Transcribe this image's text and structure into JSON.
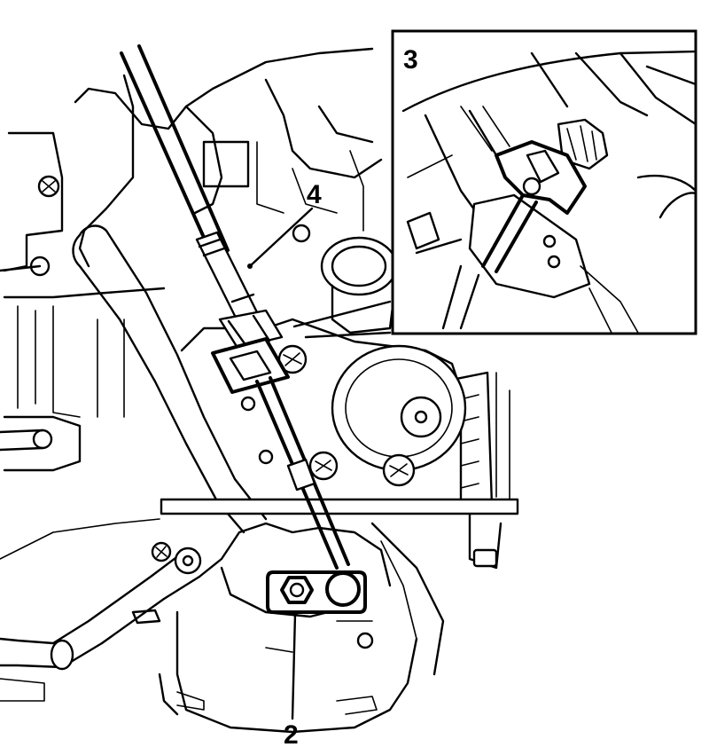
{
  "callouts": [
    {
      "id": "2",
      "text": "2"
    },
    {
      "id": "3",
      "text": "3"
    },
    {
      "id": "4",
      "text": "4"
    }
  ],
  "colors": {
    "ink": "#000000",
    "paper": "#ffffff"
  }
}
